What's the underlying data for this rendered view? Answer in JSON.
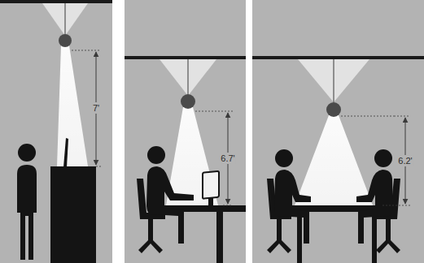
{
  "diagram": {
    "labels": [
      "7'",
      "6.7'",
      "6.2'"
    ]
  }
}
